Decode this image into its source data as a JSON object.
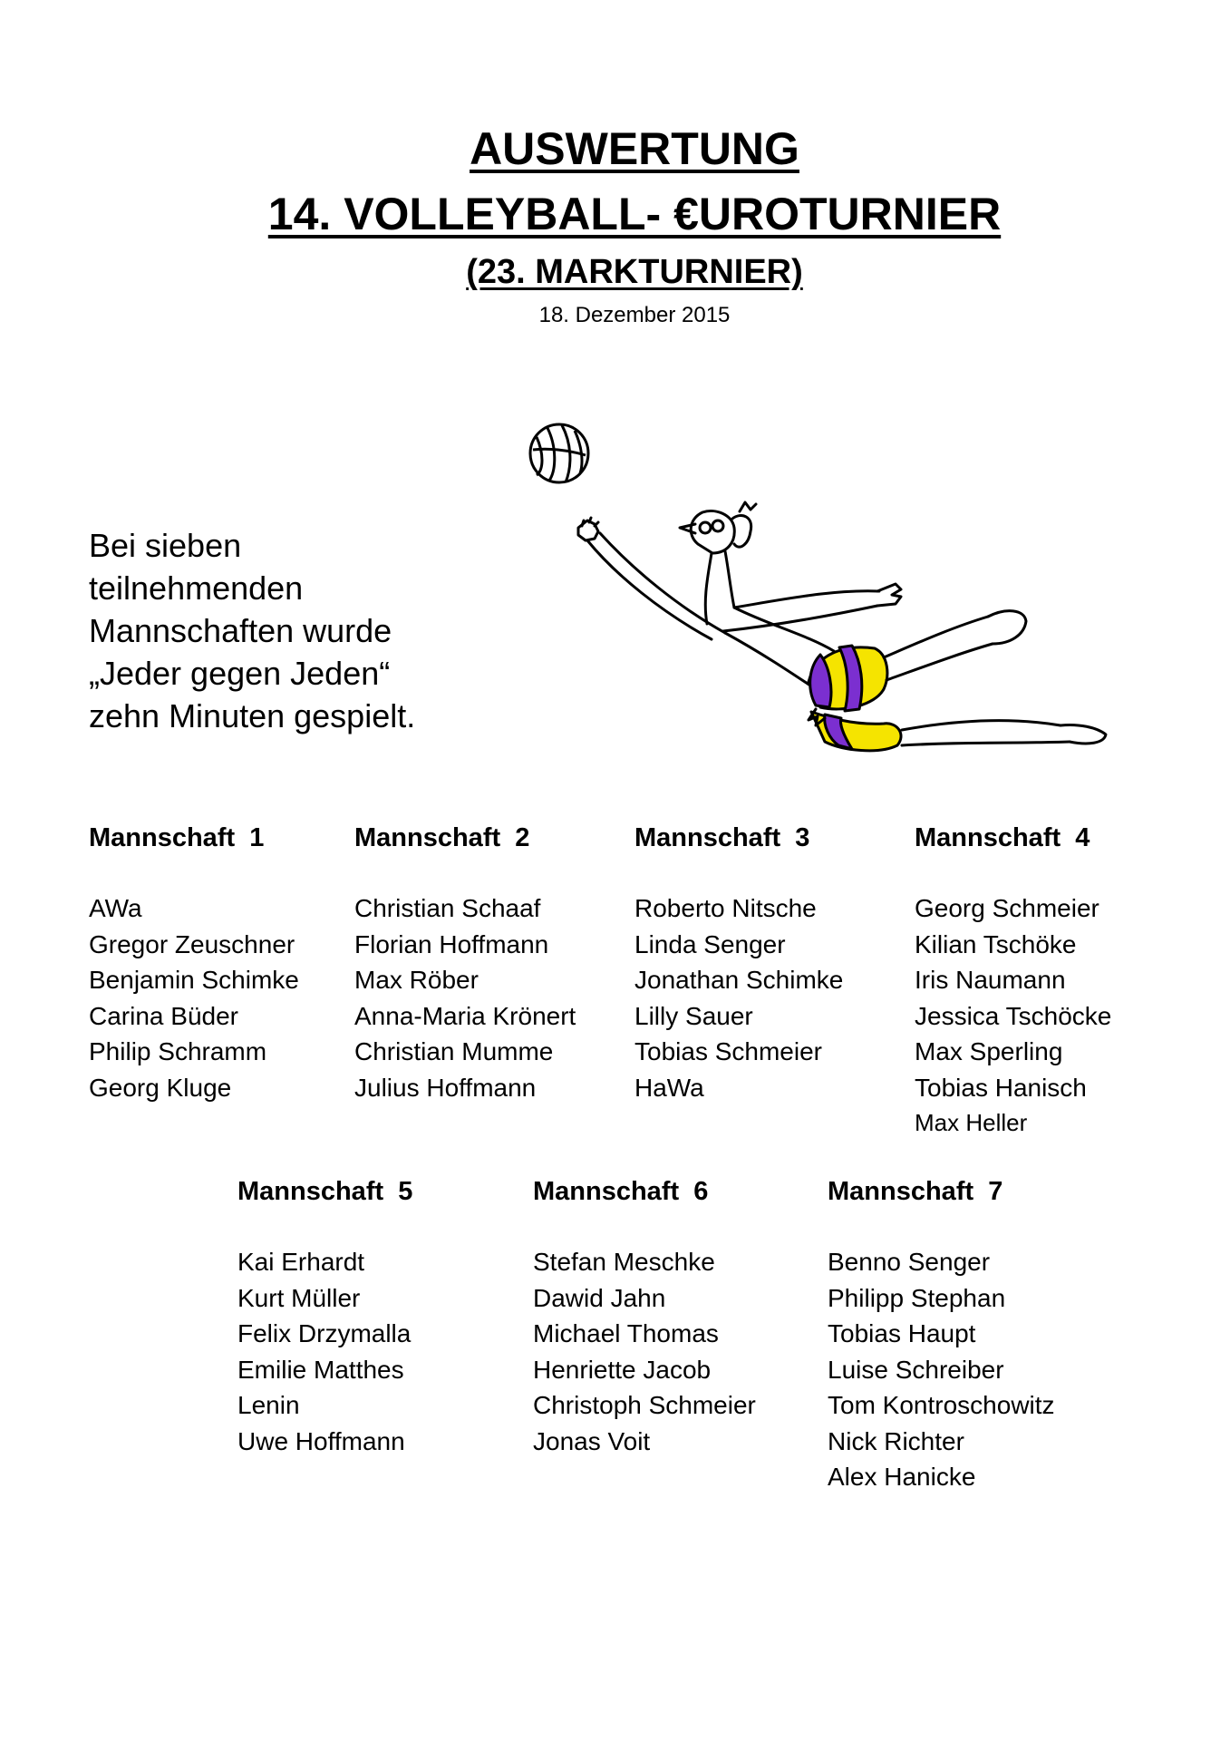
{
  "header": {
    "title_line1": "AUSWERTUNG",
    "title_line2": "14. VOLLEYBALL- €UROTURNIER",
    "title_line3": "(23.  MARKTURNIER)",
    "date": "18. Dezember 2015"
  },
  "intro": {
    "lines": [
      "Bei sieben",
      "teilnehmenden",
      "Mannschaften wurde",
      "„Jeder gegen Jeden“",
      "zehn Minuten gespielt."
    ]
  },
  "illustration": {
    "shorts_colors": [
      "#7b2fd0",
      "#f5e400"
    ]
  },
  "teams": [
    {
      "title": "Mannschaft  1",
      "members": [
        "AWa",
        "Gregor Zeuschner",
        "Benjamin Schimke",
        "Carina Büder",
        "Philip Schramm",
        "Georg Kluge"
      ]
    },
    {
      "title": "Mannschaft  2",
      "members": [
        "Christian Schaaf",
        "Florian Hoffmann",
        "Max Röber",
        "Anna-Maria Krönert",
        "Christian Mumme",
        "Julius Hoffmann"
      ]
    },
    {
      "title": "Mannschaft  3",
      "members": [
        "Roberto Nitsche",
        "Linda Senger",
        "Jonathan Schimke",
        "Lilly Sauer",
        "Tobias Schmeier",
        "HaWa"
      ]
    },
    {
      "title": "Mannschaft  4",
      "members": [
        "Georg Schmeier",
        "Kilian Tschöke",
        "Iris Naumann",
        "Jessica Tschöcke",
        "Max Sperling",
        "Tobias Hanisch",
        "Max Heller"
      ]
    },
    {
      "title": "Mannschaft  5",
      "members": [
        "Kai Erhardt",
        "Kurt Müller",
        "Felix Drzymalla",
        "Emilie Matthes",
        "Lenin",
        "Uwe Hoffmann"
      ]
    },
    {
      "title": "Mannschaft  6",
      "members": [
        "Stefan Meschke",
        "Dawid Jahn",
        "Michael Thomas",
        "Henriette Jacob",
        "Christoph Schmeier",
        "Jonas Voit"
      ]
    },
    {
      "title": "Mannschaft  7",
      "members": [
        "Benno Senger",
        "Philipp Stephan",
        "Tobias Haupt",
        "Luise Schreiber",
        "Tom Kontroschowitz",
        "Nick Richter",
        "Alex Hanicke"
      ]
    }
  ]
}
